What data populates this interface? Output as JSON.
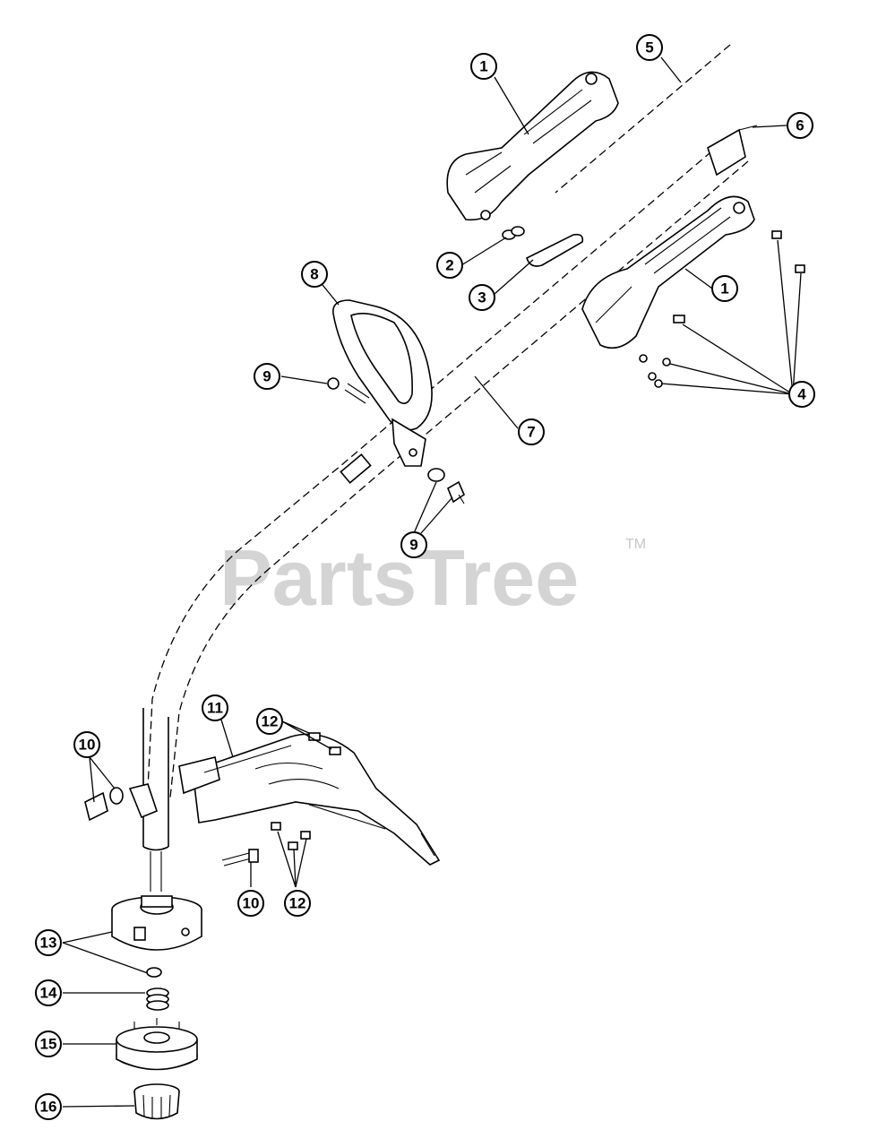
{
  "watermark": {
    "text": "PartsTree",
    "trademark": "TM"
  },
  "callouts": {
    "c1a": "1",
    "c1b": "1",
    "c2": "2",
    "c3": "3",
    "c4": "4",
    "c5": "5",
    "c6": "6",
    "c7": "7",
    "c8": "8",
    "c9a": "9",
    "c9b": "9",
    "c10a": "10",
    "c10b": "10",
    "c11": "11",
    "c12a": "12",
    "c12b": "12",
    "c13": "13",
    "c14": "14",
    "c15": "15",
    "c16": "16"
  }
}
